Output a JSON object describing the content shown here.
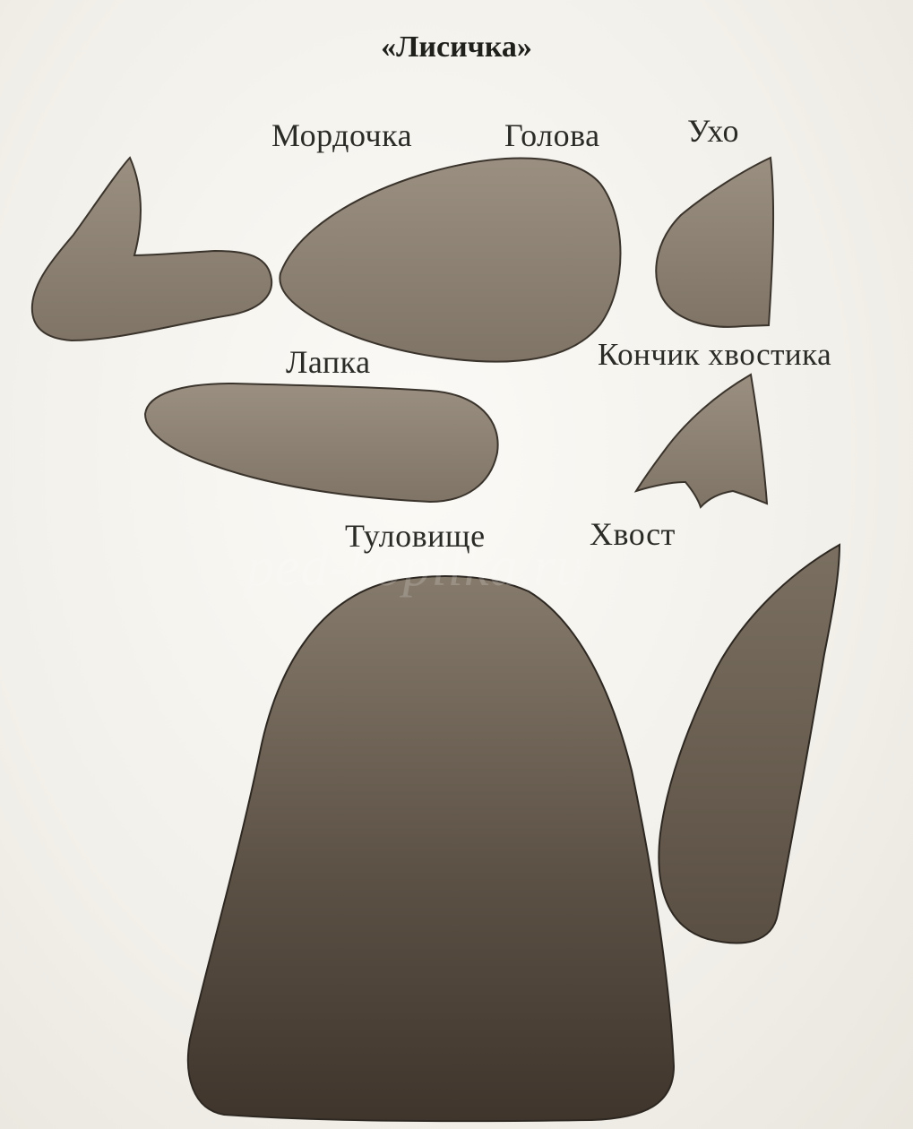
{
  "title": "«Лисичка»",
  "labels": {
    "muzzle": "Мордочка",
    "head": "Голова",
    "ear": "Ухо",
    "paw": "Лапка",
    "tail_tip": "Кончик хвостика",
    "body": "Туловище",
    "tail": "Хвост"
  },
  "watermark": "ped-kopilka.ru",
  "colors": {
    "paper": "#f3f1ec",
    "shape_light": "#8f8474",
    "shape_dark": "#4a4036",
    "outline": "#3a342c",
    "text": "#2a2a26"
  }
}
